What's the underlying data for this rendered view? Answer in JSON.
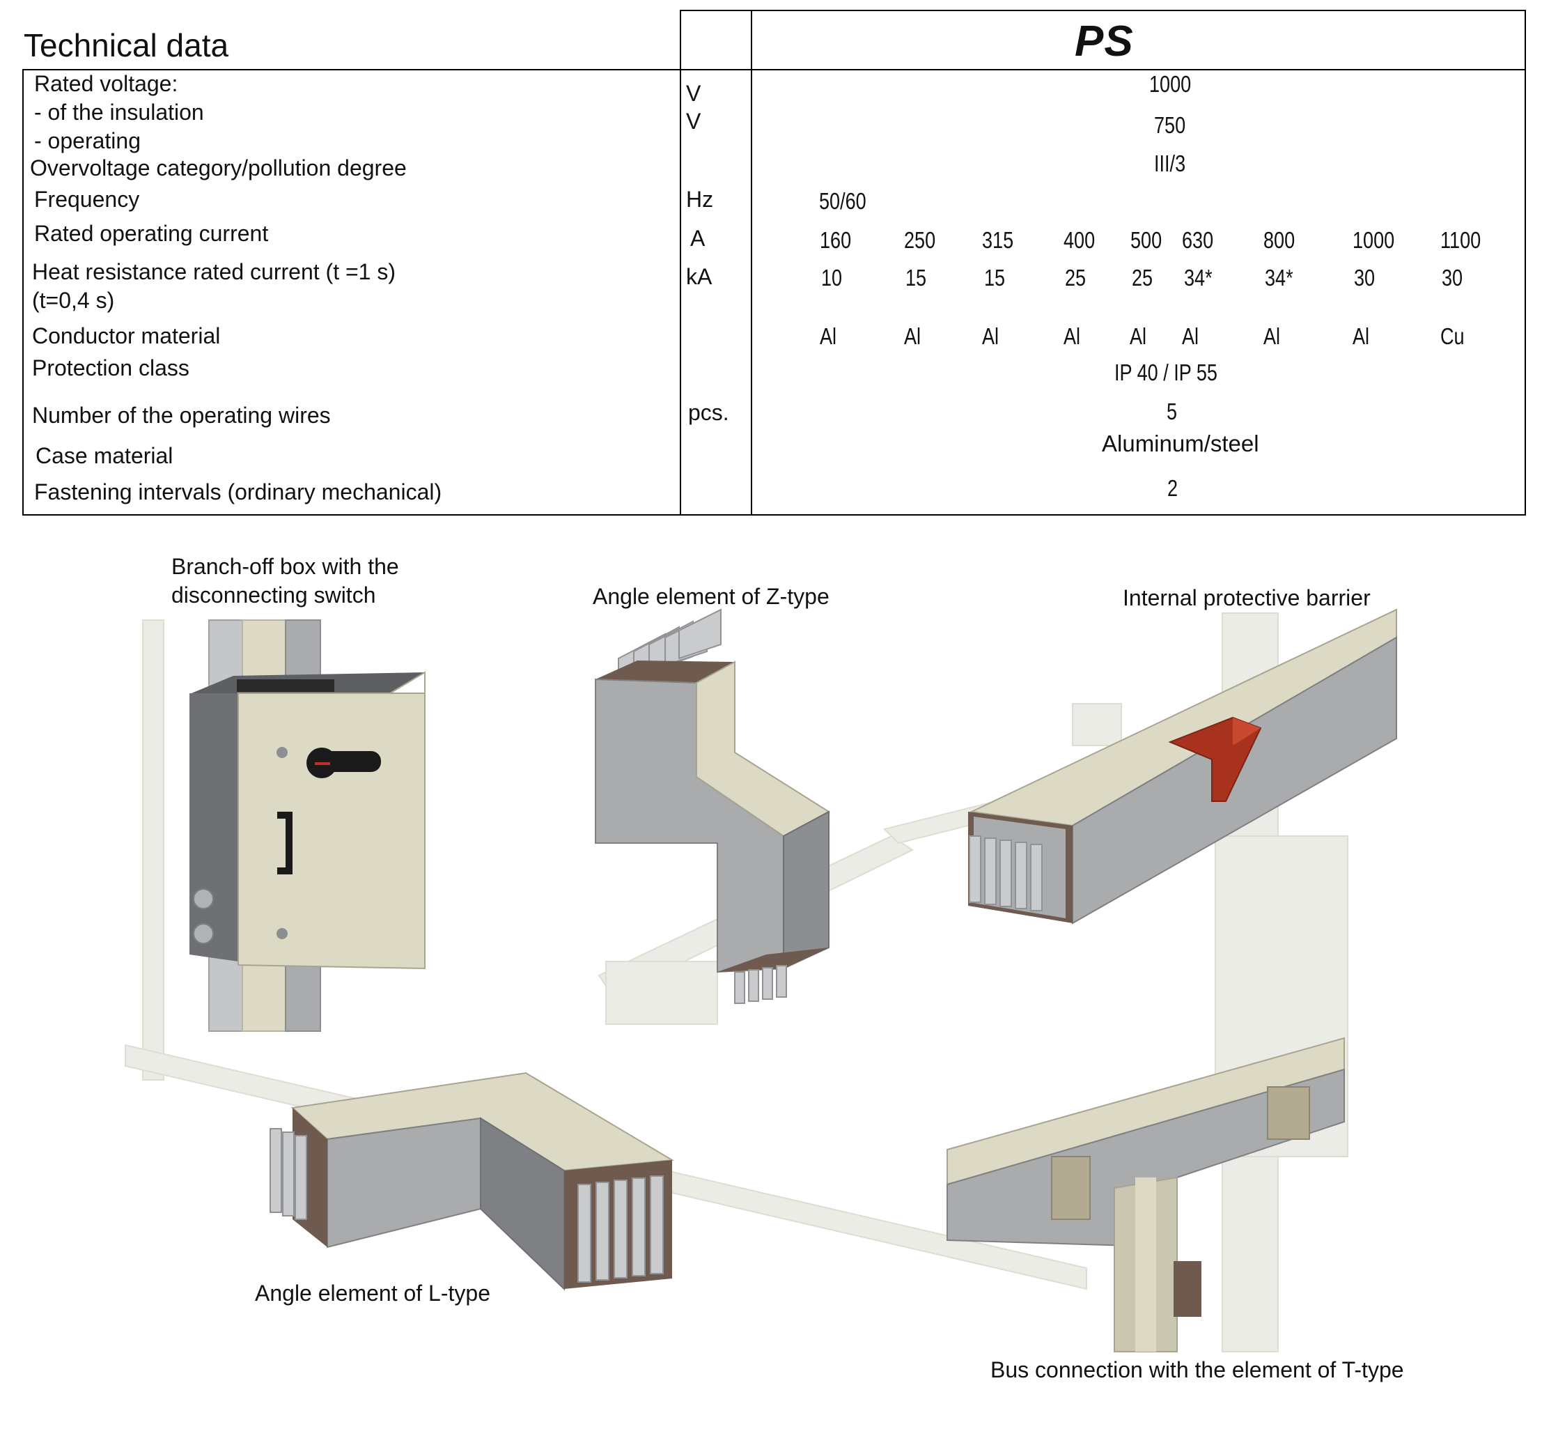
{
  "header": {
    "title": "Technical data",
    "product": "PS"
  },
  "rows": {
    "rated_voltage": {
      "label": "Rated voltage:"
    },
    "insulation": {
      "label": "- of the insulation",
      "unit": "V",
      "value": "1000"
    },
    "operating": {
      "label": "- operating",
      "unit": "V",
      "value": "750"
    },
    "overvoltage": {
      "label": "Overvoltage category/pollution degree",
      "value": "III/3"
    },
    "frequency": {
      "label": "Frequency",
      "unit": "Hz",
      "value": "50/60"
    },
    "rated_current": {
      "label": "Rated operating current",
      "unit": "A",
      "values": [
        "160",
        "250",
        "315",
        "400",
        "500",
        "630",
        "800",
        "1000",
        "1100"
      ]
    },
    "heat_resistance": {
      "label": "Heat resistance rated current (t =1 s)",
      "label2": "(t=0,4 s)",
      "unit": "kA",
      "values": [
        "10",
        "15",
        "15",
        "25",
        "25",
        "34*",
        "34*",
        "30",
        "30"
      ]
    },
    "conductor": {
      "label": "Conductor material",
      "values": [
        "Al",
        "Al",
        "Al",
        "Al",
        "Al",
        "Al",
        "Al",
        "Al",
        "Cu"
      ]
    },
    "protection": {
      "label": "Protection class",
      "value": "IP 40 / IP 55"
    },
    "wires": {
      "label": "Number of the operating wires",
      "unit": "pcs.",
      "value": "5"
    },
    "case": {
      "label": "Case material",
      "value": "Aluminum/steel"
    },
    "fastening": {
      "label": "Fastening intervals (ordinary mechanical)",
      "value": "2"
    }
  },
  "captions": {
    "branch_box_1": "Branch-off box with the",
    "branch_box_2": "disconnecting switch",
    "angle_z": "Angle element of Z-type",
    "barrier": "Internal protective barrier",
    "angle_l": "Angle element of L-type",
    "t_type": "Bus connection with the element of T-type"
  },
  "colors": {
    "busbar_face": "#a9abad",
    "busbar_side": "#7e8083",
    "cream": "#dcd9c4",
    "brown_end": "#6e5a4e",
    "barrier_red": "#a8321e",
    "ghost": "#ecece6"
  }
}
